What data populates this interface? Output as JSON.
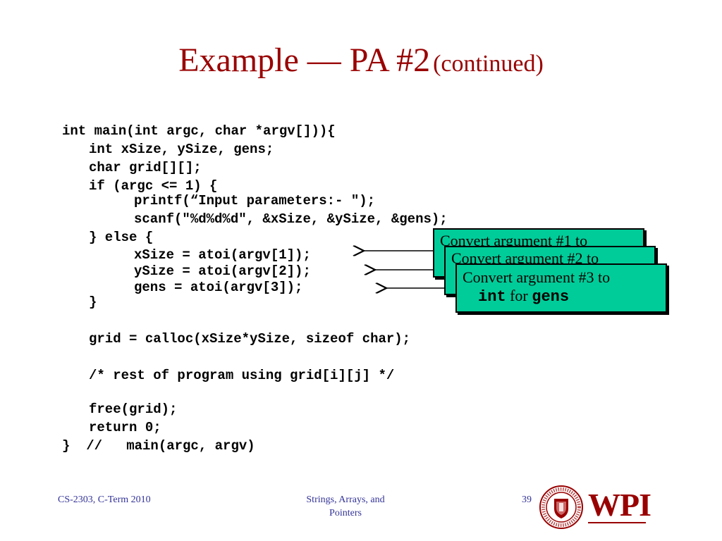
{
  "title": {
    "main": "Example — PA #2",
    "sub": "(continued)"
  },
  "code_lines": [
    "int main(int argc, char *argv[])){",
    "int xSize, ySize, gens;",
    "char grid[][];",
    "if (argc <= 1) {",
    "printf(“Input parameters:- \");",
    "scanf(\"%d%d%d\", &xSize, &ySize, &gens);",
    "} else {",
    "xSize = atoi(argv[1]);",
    "ySize = atoi(argv[2]);",
    "gens = atoi(argv[3]);",
    "}",
    "grid = calloc(xSize*ySize, sizeof char);",
    "/* rest of program using grid[i][j] */",
    "free(grid);",
    "return 0;",
    "}  //   main(argc, argv)"
  ],
  "callouts": [
    {
      "line1": "Convert argument #1 to"
    },
    {
      "line1": "Convert argument #2 to"
    },
    {
      "line1": "Convert argument #3 to",
      "type": "int",
      "word": "for",
      "var": "gens"
    }
  ],
  "footer": {
    "left": "CS-2303, C-Term 2010",
    "center_line1": "Strings, Arrays, and",
    "center_line2": "Pointers",
    "page": "39"
  },
  "logo": {
    "wordmark": "WPI",
    "seal_text": "WORCESTER POLYTECHNIC INSTITUTE",
    "year": "1865"
  },
  "colors": {
    "title": "#990000",
    "callout": "#00cc99",
    "footer": "#333399",
    "logo": "#990000"
  }
}
